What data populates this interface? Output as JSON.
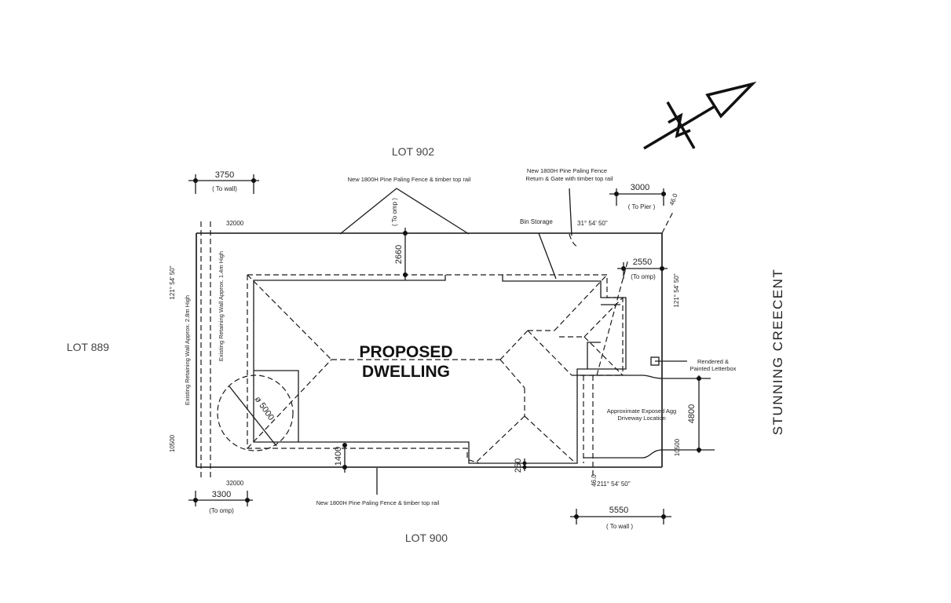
{
  "lots": {
    "top": "LOT 902",
    "left": "LOT 889",
    "bottom": "LOT 900"
  },
  "street": "STUNNING   CREECENT",
  "dwelling": {
    "line1": "PROPOSED",
    "line2": "DWELLING"
  },
  "dimensions": {
    "top_left": {
      "value": "3750",
      "note": "( To wall)"
    },
    "top_right": {
      "value": "3000",
      "note": "( To Pier )"
    },
    "top_setback": {
      "value": "2660",
      "note": "( To omp )"
    },
    "right_setback": {
      "value": "2550",
      "note": "(To omp)"
    },
    "bottom_left": {
      "value": "3300",
      "note": "(To omp)"
    },
    "bottom_right": {
      "value": "5550",
      "note": "( To wall )"
    },
    "bottom_setback": "1400",
    "bottom_small": "250",
    "driveway_width": "4800",
    "circle_diameter": "ø 5000",
    "corner_top": "46.0",
    "corner_bottom": "46.0"
  },
  "boundaries": {
    "top_length": "32000",
    "bottom_length": "32000",
    "left_length": "10500",
    "right_length": "10500",
    "top_bearing": "31°   54'   50\"",
    "right_bearing": "121°   54'   50\"",
    "left_bearing": "121°   54'   50\"",
    "bottom_bearing": "211°   54'   50\""
  },
  "annotations": {
    "fence_top": "New 1800H Pine Paling Fence & timber top rail",
    "fence_return": [
      "New 1800H Pine Paling Fence",
      "Return & Gate with timber top rail"
    ],
    "fence_bottom": "New 1800H Pine Paling Fence & timber top rail",
    "bin_storage": "Bin Storage",
    "letterbox": [
      "Rendered &",
      "Painted Letterbox"
    ],
    "driveway": [
      "Approximate Exposed Agg",
      "Driveway Location"
    ],
    "retaining_wall_outer": "Existing Retaining Wall Approx. 2.8m High",
    "retaining_wall_inner": "Existing Retaining Wall Approx. 1.4m High"
  },
  "north_arrow": {
    "icon": "north-arrow-icon",
    "label": "N"
  }
}
